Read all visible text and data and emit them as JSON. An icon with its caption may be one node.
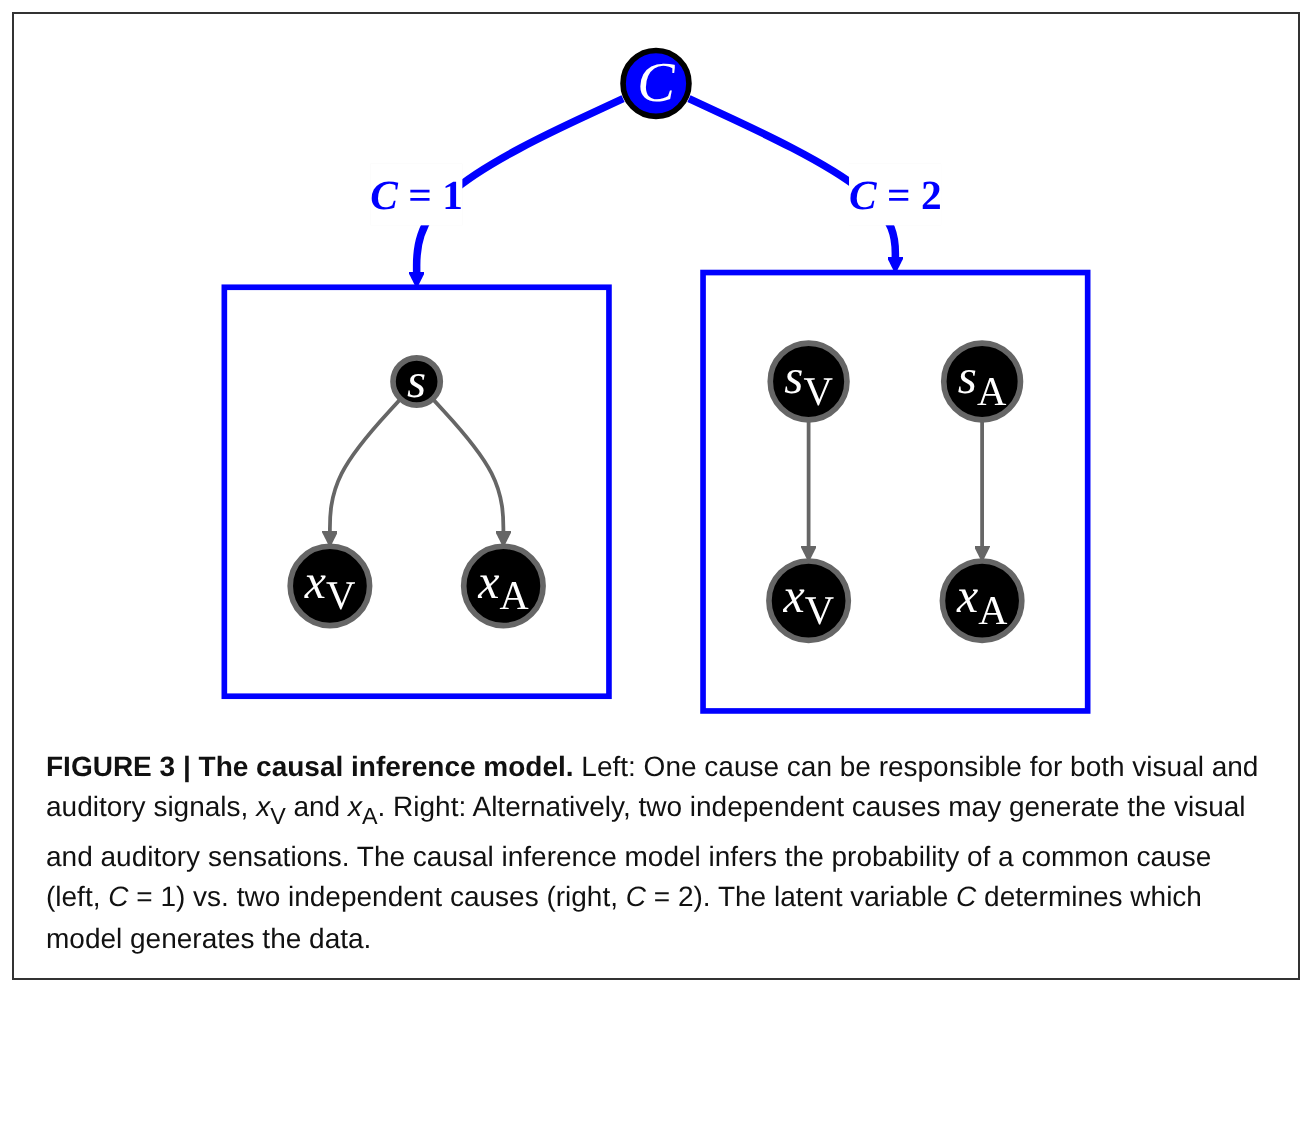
{
  "diagram": {
    "caption": "**FIGURE 3 | The causal inference model.** Left: One cause can be responsible for both visual and auditory signals, *x*$_{V}$ and *x*$_{A}$. Right: Alternatively, two independent causes may generate the visual and auditory sensations. The causal inference model infers the probability of a common cause (left, *C* = 1) vs. two independent causes (right, *C* = 2). The latent variable *C* determines which model generates the data.",
    "nodes": [
      {
        "text": [
          "*C*"
        ]
      },
      {
        "text": [],
        "shape": "box"
      },
      {
        "text": [
          "*s*"
        ],
        "in": 1
      },
      {
        "text": [
          "*x*$_{V}$"
        ],
        "in": 1
      },
      {
        "text": [
          "*x*$_{A}$"
        ],
        "in": 1
      },
      {
        "text": [],
        "shape": "box"
      },
      {
        "text": [
          "*s*$_{V}$"
        ],
        "in": 5
      },
      {
        "text": [
          "*s*$_{A}$"
        ],
        "in": 5
      },
      {
        "text": [
          "*x*$_{V}$"
        ],
        "in": 5
      },
      {
        "text": [
          "*x*$_{A}$"
        ],
        "in": 5
      }
    ],
    "edges": [
      {
        "from": 0,
        "to": 1,
        "arrow": "to",
        "label": "*C* = 1",
        "style": "thick",
        "color": "#0000ff"
      },
      {
        "from": 0,
        "to": 5,
        "arrow": "to",
        "label": "*C* = 2",
        "style": "thick",
        "color": "#0000ff"
      },
      {
        "from": 2,
        "to": 3,
        "arrow": "to"
      },
      {
        "from": 2,
        "to": 4,
        "arrow": "to"
      },
      {
        "from": 6,
        "to": 8,
        "arrow": "to"
      },
      {
        "from": 7,
        "to": 9,
        "arrow": "to"
      }
    ]
  }
}
